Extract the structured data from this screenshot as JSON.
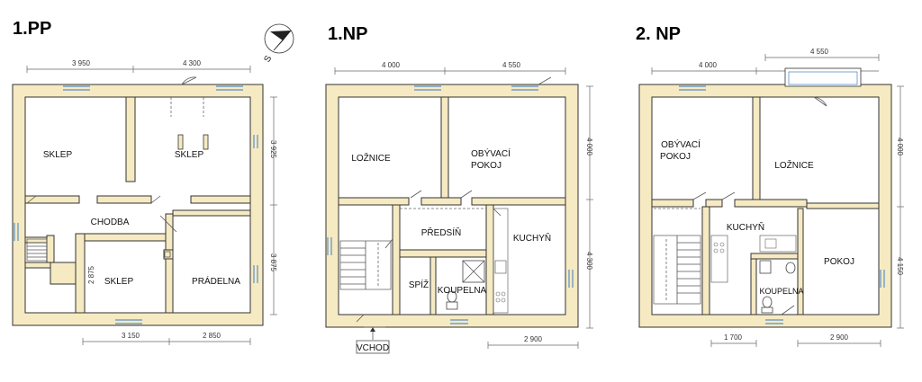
{
  "plans": {
    "pp": {
      "title": "1.PP",
      "rooms": {
        "sklep_left": "SKLEP",
        "sklep_right": "SKLEP",
        "chodba": "CHODBA",
        "sklep_bottom": "SKLEP",
        "pradelna": "PRÁDELNA"
      },
      "dims": {
        "top_left": "3 950",
        "top_right": "4 300",
        "right_top": "3 925",
        "right_bottom": "3 875",
        "inner_left": "2 875",
        "bottom_left": "3 150",
        "bottom_right": "2 850"
      }
    },
    "np1": {
      "title": "1.NP",
      "rooms": {
        "loznice": "LOŽNICE",
        "obyvaci_1": "OBÝVACÍ",
        "obyvaci_2": "POKOJ",
        "predsin": "PŘEDSÍŇ",
        "kuchyn": "KUCHYŇ",
        "spiz": "SPÍŽ",
        "koupelna": "KOUPELNA"
      },
      "entrance": "VCHOD",
      "dims": {
        "top_left": "4 000",
        "top_right": "4 550",
        "right_top": "4 000",
        "right_bottom": "4 300",
        "bottom_right": "2 900"
      }
    },
    "np2": {
      "title": "2. NP",
      "rooms": {
        "obyvaci_1": "OBÝVACÍ",
        "obyvaci_2": "POKOJ",
        "loznice": "LOŽNICE",
        "kuchyn": "KUCHYŇ",
        "pokoj": "POKOJ",
        "koupelna": "KOUPELNA"
      },
      "dims": {
        "top_left": "4 000",
        "top_right": "4 550",
        "right_top": "4 000",
        "right_bottom": "4 150",
        "bottom_left": "1 700",
        "bottom_right": "2 900"
      }
    }
  },
  "compass": {
    "label": "S"
  }
}
